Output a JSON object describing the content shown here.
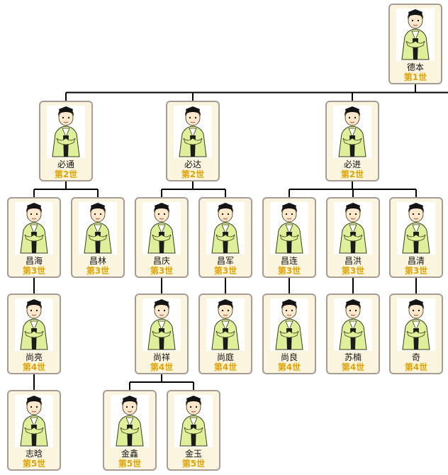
{
  "colors": {
    "card_border": "#a79c94",
    "card_bg": "#fbf4df",
    "generation_text": "#e0a400",
    "robe": "#dff09a",
    "hair": "#141414",
    "line": "#000000"
  },
  "icons": {
    "person": "ancestor-portrait-icon"
  },
  "family_tree": {
    "members": [
      {
        "id": "n1",
        "name": "德本",
        "generation": "第1世",
        "parent": null
      },
      {
        "id": "n2",
        "name": "必通",
        "generation": "第2世",
        "parent": "n1"
      },
      {
        "id": "n3",
        "name": "必达",
        "generation": "第2世",
        "parent": "n1"
      },
      {
        "id": "n4",
        "name": "必进",
        "generation": "第2世",
        "parent": "n1"
      },
      {
        "id": "n5",
        "name": "昌海",
        "generation": "第3世",
        "parent": "n2"
      },
      {
        "id": "n6",
        "name": "昌林",
        "generation": "第3世",
        "parent": "n2"
      },
      {
        "id": "n7",
        "name": "昌庆",
        "generation": "第3世",
        "parent": "n3"
      },
      {
        "id": "n8",
        "name": "昌军",
        "generation": "第3世",
        "parent": "n3"
      },
      {
        "id": "n9",
        "name": "昌连",
        "generation": "第3世",
        "parent": "n4"
      },
      {
        "id": "n10",
        "name": "昌洪",
        "generation": "第3世",
        "parent": "n4"
      },
      {
        "id": "n11",
        "name": "昌清",
        "generation": "第3世",
        "parent": "n4"
      },
      {
        "id": "n12",
        "name": "尚亮",
        "generation": "第4世",
        "parent": "n5"
      },
      {
        "id": "n13",
        "name": "尚祥",
        "generation": "第4世",
        "parent": "n7"
      },
      {
        "id": "n14",
        "name": "尚庭",
        "generation": "第4世",
        "parent": "n8"
      },
      {
        "id": "n15",
        "name": "尚良",
        "generation": "第4世",
        "parent": "n9"
      },
      {
        "id": "n16",
        "name": "苏楠",
        "generation": "第4世",
        "parent": "n10"
      },
      {
        "id": "n17",
        "name": "奇",
        "generation": "第4世",
        "parent": "n11"
      },
      {
        "id": "n18",
        "name": "志晗",
        "generation": "第5世",
        "parent": "n12"
      },
      {
        "id": "n19",
        "name": "金鑫",
        "generation": "第5世",
        "parent": "n13"
      },
      {
        "id": "n20",
        "name": "金玉",
        "generation": "第5世",
        "parent": "n13"
      }
    ]
  }
}
